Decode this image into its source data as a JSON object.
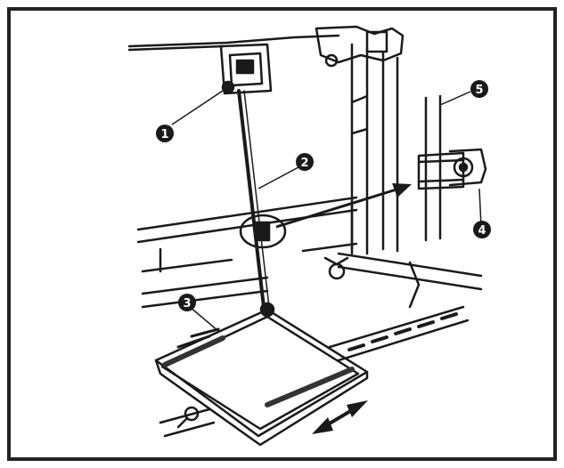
{
  "callouts": [
    {
      "label": "1"
    },
    {
      "label": "2"
    },
    {
      "label": "3"
    },
    {
      "label": "4"
    },
    {
      "label": "5"
    }
  ],
  "colors": {
    "ink": "#1a1a1a",
    "paper": "#ffffff",
    "border": "#222222"
  }
}
